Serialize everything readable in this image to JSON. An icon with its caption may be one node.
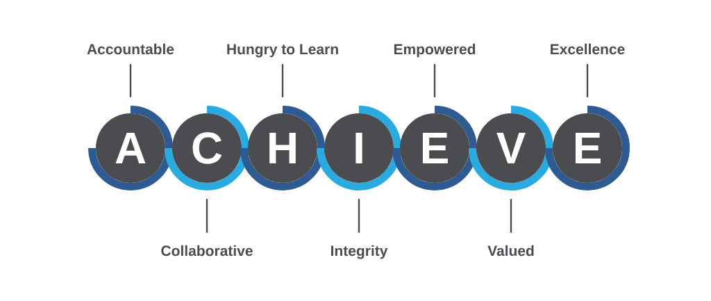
{
  "diagram": {
    "nodes": [
      {
        "text": [
          "Accountable"
        ]
      },
      {
        "text": [
          "Hungry to Learn"
        ]
      },
      {
        "text": [
          "Empowered"
        ]
      },
      {
        "text": [
          "Excellence"
        ]
      },
      {
        "text": [
          "A"
        ]
      },
      {
        "text": [
          "C"
        ]
      },
      {
        "text": [
          "H"
        ]
      },
      {
        "text": [
          "I"
        ]
      },
      {
        "text": [
          "E"
        ]
      },
      {
        "text": [
          "V"
        ]
      },
      {
        "text": [
          "E"
        ]
      },
      {
        "text": [
          "Collaborative"
        ]
      },
      {
        "text": [
          "Integrity"
        ]
      },
      {
        "text": [
          "Valued"
        ]
      }
    ],
    "edges": [
      {
        "from": 0,
        "to": 4,
        "arrow": "none"
      },
      {
        "from": 11,
        "to": 5,
        "arrow": "none"
      },
      {
        "from": 1,
        "to": 6,
        "arrow": "none"
      },
      {
        "from": 12,
        "to": 7,
        "arrow": "none"
      },
      {
        "from": 2,
        "to": 8,
        "arrow": "none"
      },
      {
        "from": 13,
        "to": 9,
        "arrow": "none"
      },
      {
        "from": 3,
        "to": 10,
        "arrow": "none"
      }
    ]
  }
}
